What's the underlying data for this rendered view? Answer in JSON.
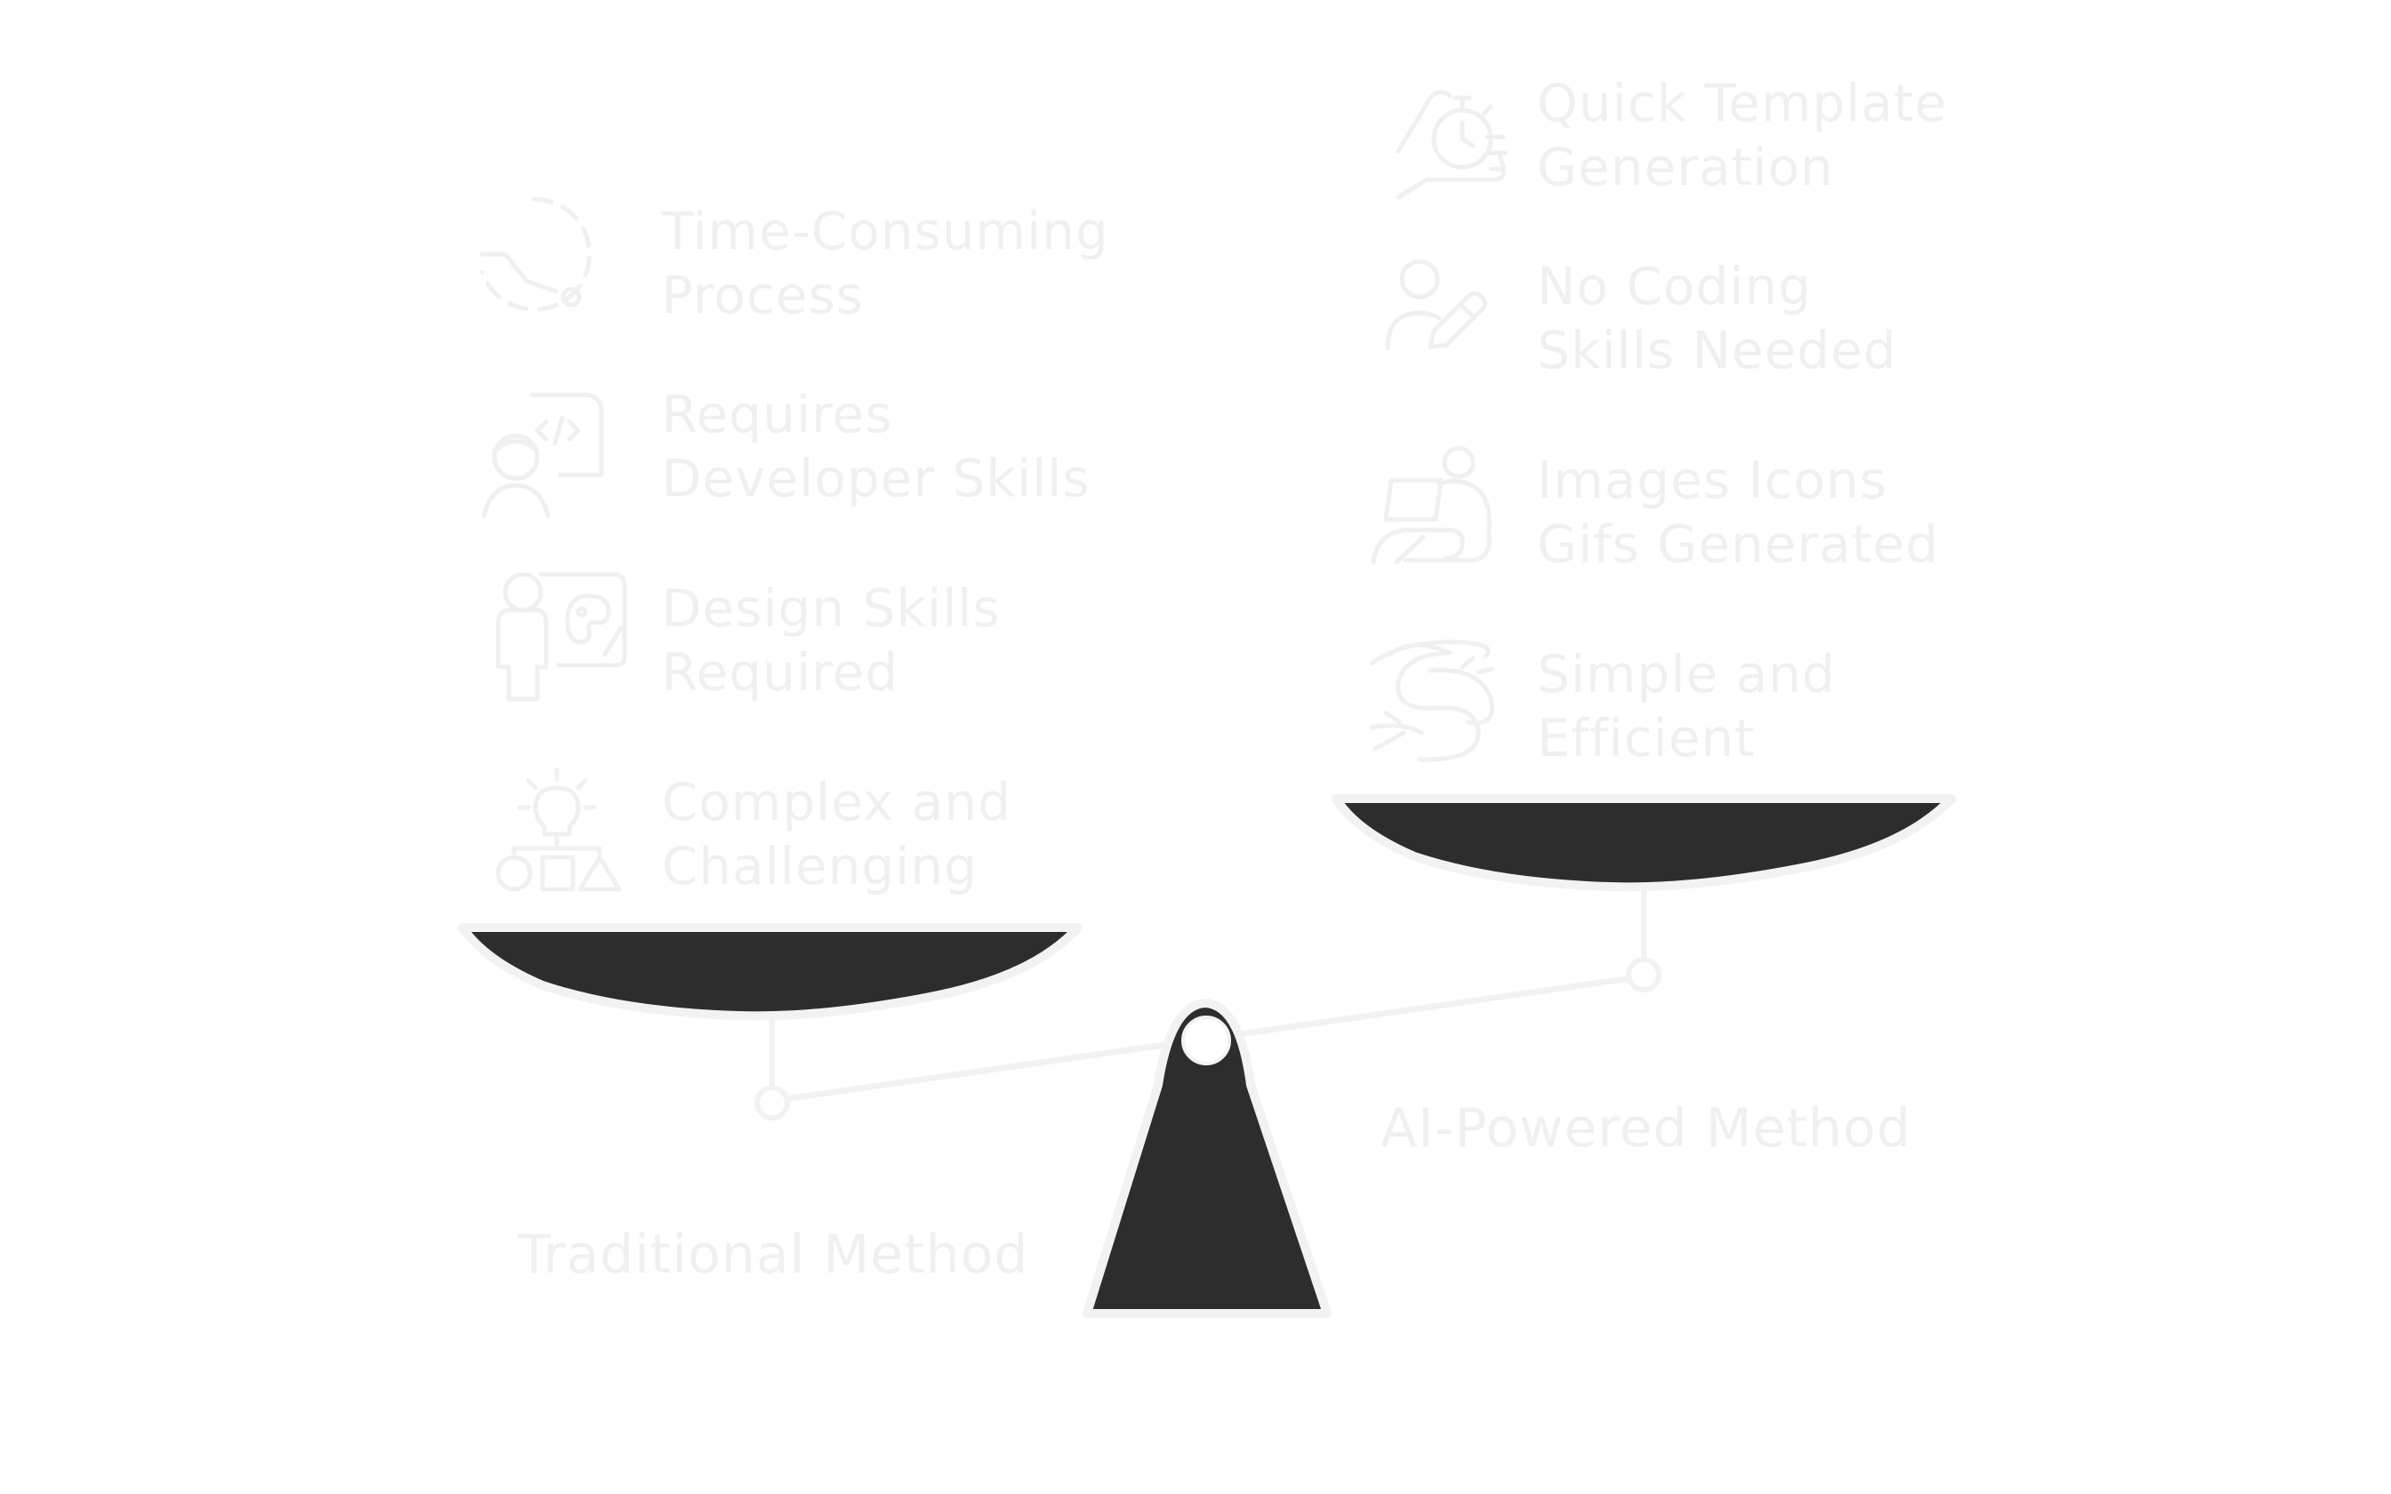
{
  "diagram": {
    "left_method": "Traditional Method",
    "right_method": "AI-Powered Method",
    "left_items": [
      {
        "icon": "clock-dashed-icon",
        "line1": "Time-Consuming",
        "line2": "Process"
      },
      {
        "icon": "developer-code-icon",
        "line1": "Requires",
        "line2": "Developer Skills"
      },
      {
        "icon": "designer-palette-icon",
        "line1": "Design Skills",
        "line2": "Required"
      },
      {
        "icon": "lightbulb-shapes-icon",
        "line1": "Complex and",
        "line2": "Challenging"
      }
    ],
    "right_items": [
      {
        "icon": "hand-stopwatch-icon",
        "line1": "Quick Template",
        "line2": "Generation"
      },
      {
        "icon": "user-pencil-icon",
        "line1": "No Coding",
        "line2": "Skills Needed"
      },
      {
        "icon": "person-laptop-icon",
        "line1": "Images Icons",
        "line2": "Gifs Generated"
      },
      {
        "icon": "winding-road-icon",
        "line1": "Simple and",
        "line2": "Efficient"
      }
    ],
    "colors": {
      "scale_fill": "#2d2d2d",
      "scale_outline": "#f2f2f2",
      "faded_text": "#f0f0f0"
    }
  }
}
